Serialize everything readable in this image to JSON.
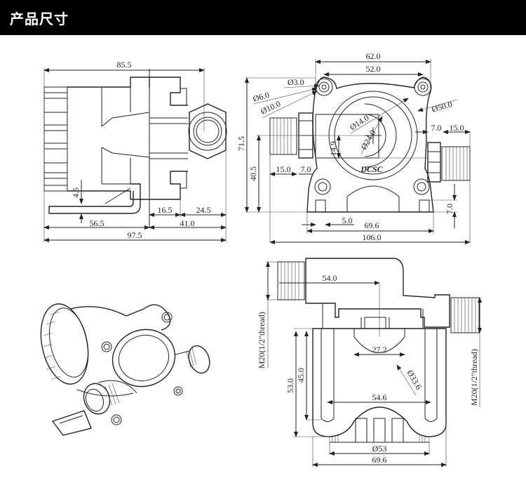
{
  "header": {
    "title": "产品尺寸"
  },
  "side_view": {
    "dims": {
      "overall_top": "85.5",
      "bracket_offset": "4.5",
      "seg_a": "16.5",
      "seg_b": "24.5",
      "left_part": "56.5",
      "right_part": "41.0",
      "overall_bottom": "97.5"
    }
  },
  "front_view": {
    "dims": {
      "mount_outer": "62.0",
      "mount_inner": "52.0",
      "hole_d3": "Ø3.0",
      "hole_d6": "Ø6.0",
      "hole_d10": "Ø10.0",
      "body_d50": "Ø50.0",
      "inlet_d14": "Ø14.0",
      "inlet_d24": "Ø24.0",
      "height_total": "71.5",
      "height_center": "40.5",
      "offset_14_9": "14.9",
      "left_thread": "15.0",
      "left_nut": "7.0",
      "right_nut": "7.0",
      "right_thread": "15.0",
      "foot_height": "7.0",
      "foot_width": "5.0",
      "base_width": "69.6",
      "overall_width": "106.0"
    },
    "logo_text": "DCSC"
  },
  "top_view": {
    "dims": {
      "thread_left": "M20(1/2\"thread)",
      "thread_right": "M20(1/2\"thread)",
      "outlet_offset": "54.0",
      "arc_chord": "27.2",
      "arc_d": "Ø33.6",
      "height_53": "53.0",
      "height_45": "45.0",
      "slot_span": "54.6",
      "motor_d": "Ø53",
      "base_width": "69.6"
    }
  },
  "iso_view": {
    "label": "isometric pump illustration"
  }
}
